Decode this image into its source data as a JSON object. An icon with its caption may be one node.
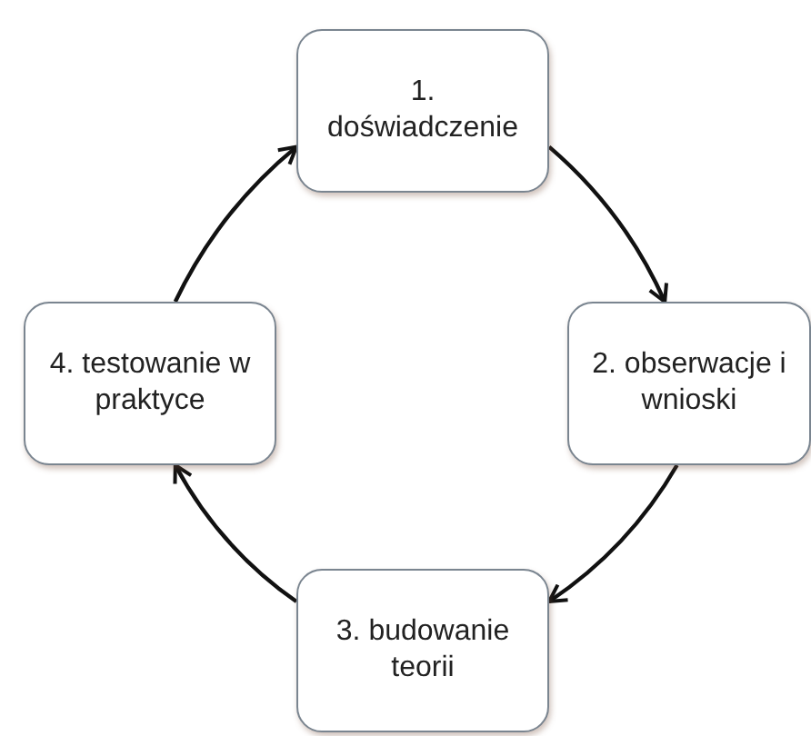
{
  "diagram": {
    "nodes": [
      {
        "text": [
          "1. doświadczenie"
        ]
      },
      {
        "text": [
          "2. obserwacje i wnioski"
        ]
      },
      {
        "text": [
          "3. budowanie teorii"
        ]
      },
      {
        "text": [
          "4. testowanie w praktyce"
        ]
      }
    ],
    "edges": [
      {
        "from": 0,
        "to": 1,
        "arrow": "to"
      },
      {
        "from": 1,
        "to": 2,
        "arrow": "to"
      },
      {
        "from": 2,
        "to": 3,
        "arrow": "to"
      },
      {
        "from": 3,
        "to": 0,
        "arrow": "to"
      }
    ]
  }
}
